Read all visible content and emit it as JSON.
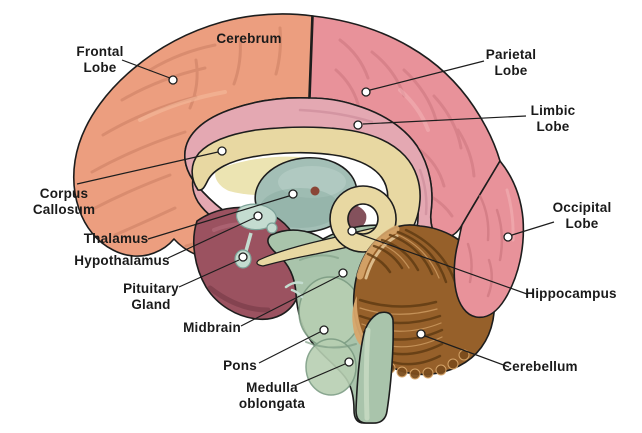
{
  "figure": {
    "kind": "labeled-anatomy-diagram",
    "labels": {
      "frontal_lobe": {
        "lines": [
          "Frontal",
          "Lobe"
        ]
      },
      "cerebrum": {
        "lines": [
          "Cerebrum"
        ]
      },
      "parietal_lobe": {
        "lines": [
          "Parietal",
          "Lobe"
        ]
      },
      "limbic_lobe": {
        "lines": [
          "Limbic",
          "Lobe"
        ]
      },
      "corpus_callosum": {
        "lines": [
          "Corpus",
          "Callosum"
        ]
      },
      "thalamus": {
        "lines": [
          "Thalamus"
        ]
      },
      "hypothalamus": {
        "lines": [
          "Hypothalamus"
        ]
      },
      "pituitary_gland": {
        "lines": [
          "Pituitary",
          "Gland"
        ]
      },
      "midbrain": {
        "lines": [
          "Midbrain"
        ]
      },
      "pons": {
        "lines": [
          "Pons"
        ]
      },
      "medulla_oblongata": {
        "lines": [
          "Medulla",
          "oblongata"
        ]
      },
      "occipital_lobe": {
        "lines": [
          "Occipital",
          "Lobe"
        ]
      },
      "hippocampus": {
        "lines": [
          "Hippocampus"
        ]
      },
      "cerebellum": {
        "lines": [
          "Cerebellum"
        ]
      }
    }
  },
  "palette": {
    "background": "#ffffff",
    "outline": "#1d1d1d",
    "label_text": "#1a1a1a",
    "leader_line": "#1d1d1d",
    "cortex_frontal": "#ec9e7f",
    "cortex_frontal_shadow": "#c87c60",
    "cortex_frontal_hi": "#f5bd9f",
    "cortex_parietal": "#e8929a",
    "cortex_parietal_shadow": "#c9737c",
    "cortex_parietal_hi": "#f2b2b6",
    "limbic": "#e4a8b2",
    "limbic_shadow": "#c98897",
    "corpus_callosum": "#e8d8a2",
    "septum": "#ece4b2",
    "thalamus": "#a3bfb6",
    "thalamus_hi": "#bdd4cb",
    "thalamus_shadow": "#7da298",
    "hypothalamus": "#c4dcd0",
    "temporal": "#9b5260",
    "temporal_hi": "#b87080",
    "temporal_shadow": "#6e3340",
    "interthalamic_dot": "#8a4536",
    "brainstem": "#a9c4ab",
    "brainstem_hi": "#c9dcc4",
    "brainstem_shadow": "#7d9d84",
    "cerebellum": "#96602a",
    "cerebellum_mid": "#7c4d1d",
    "cerebellum_dark": "#5e3a12",
    "cerebellum_tan": "#d8a76c",
    "cerebellum_cream": "#eed2a2"
  }
}
